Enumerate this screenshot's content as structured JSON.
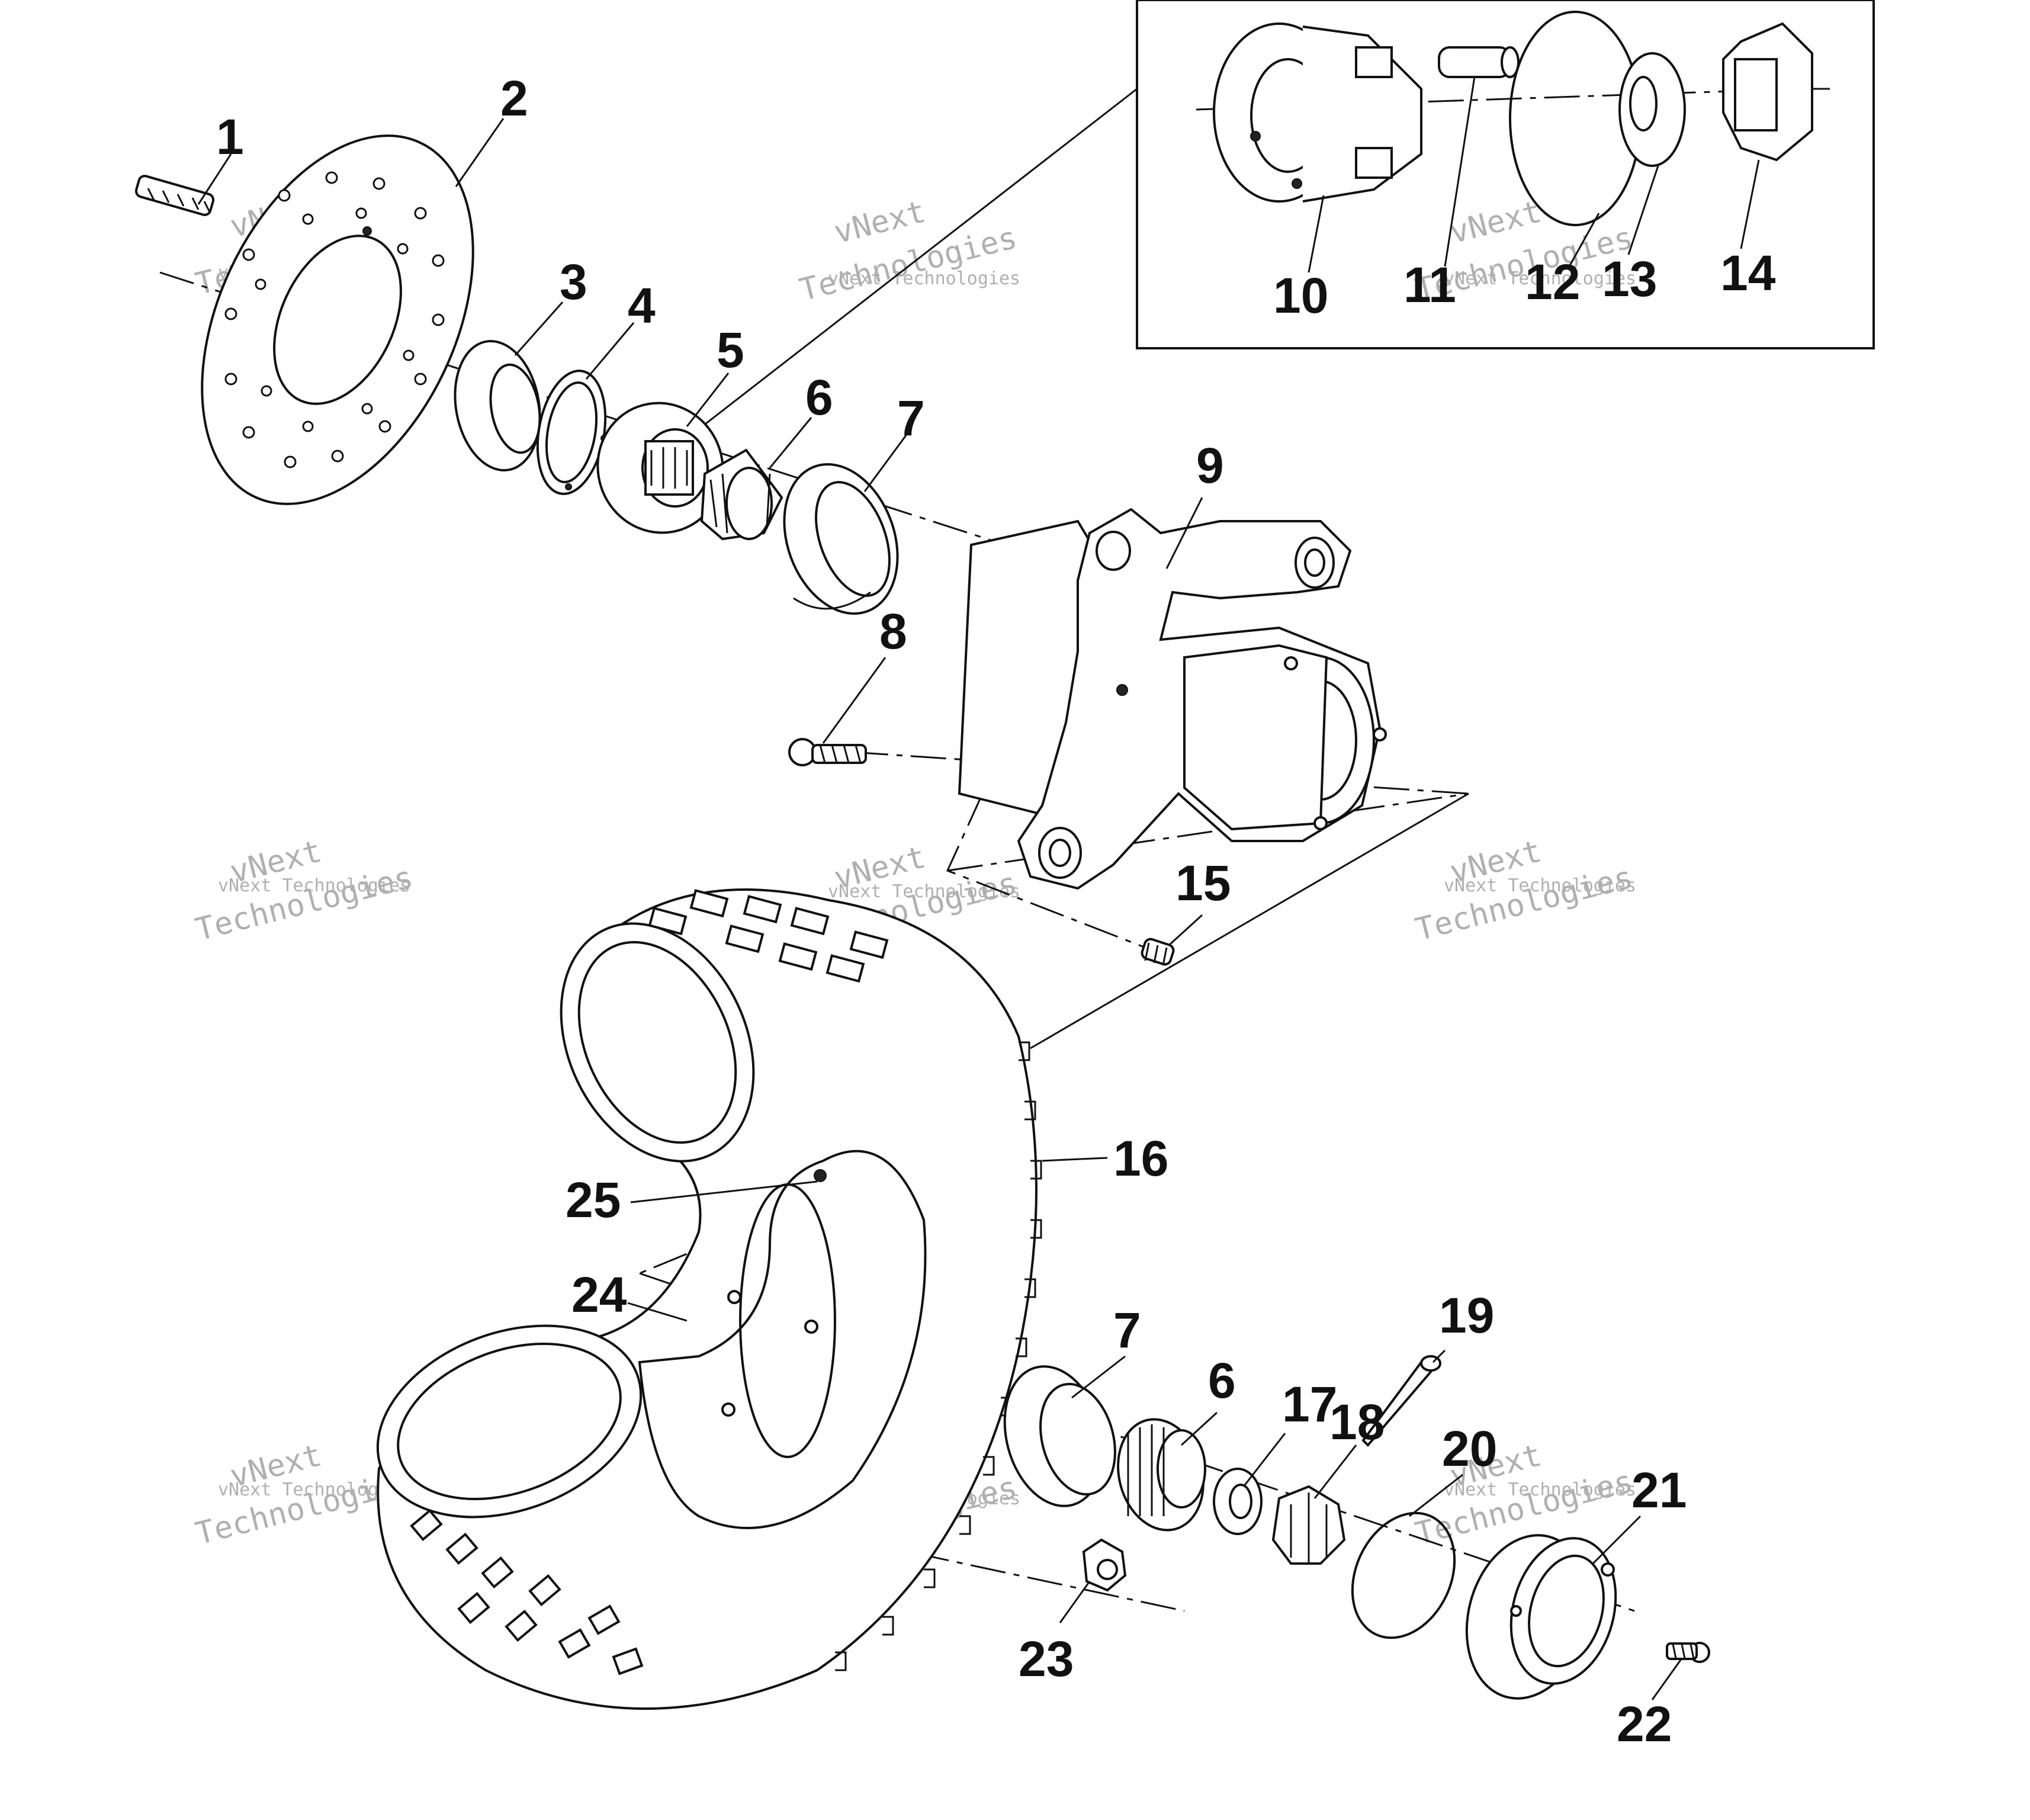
{
  "callouts": {
    "c1": "1",
    "c2": "2",
    "c3": "3",
    "c4": "4",
    "c5": "5",
    "c6a": "6",
    "c7a": "7",
    "c8": "8",
    "c9": "9",
    "c10": "10",
    "c11": "11",
    "c12": "12",
    "c13": "13",
    "c14": "14",
    "c15": "15",
    "c16": "16",
    "c7b": "7",
    "c6b": "6",
    "c17": "17",
    "c18": "18",
    "c19": "19",
    "c20": "20",
    "c21": "21",
    "c22": "22",
    "c23": "23",
    "c24": "24",
    "c25": "25"
  },
  "watermark": {
    "brand_line": "vNext Technologies",
    "brand_top": "vNext",
    "brand_bottom": "Technologies"
  }
}
